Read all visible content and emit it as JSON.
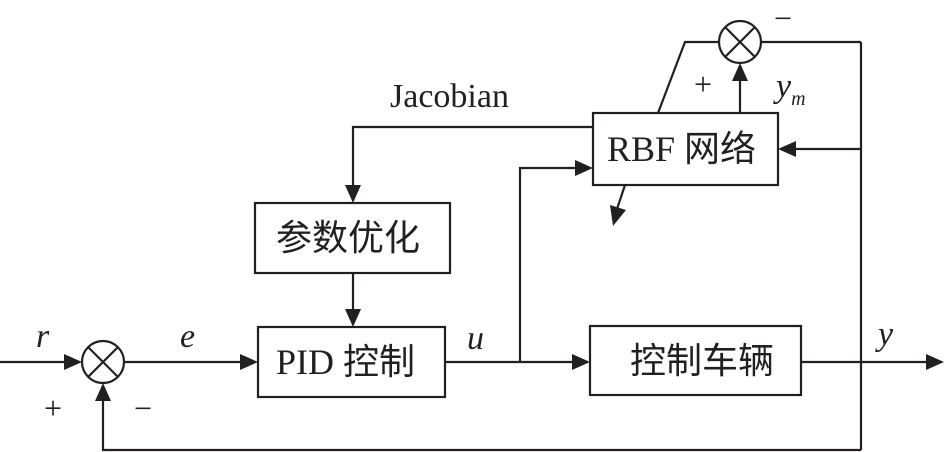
{
  "diagram": {
    "type": "block-diagram",
    "title": "RBF neural network tuned PID control of vehicle",
    "blocks": {
      "rbf": "RBF 网络",
      "param_opt": "参数优化",
      "pid": "PID 控制",
      "vehicle": "控制车辆"
    },
    "signals": {
      "reference": "r",
      "error": "e",
      "control": "u",
      "output": "y",
      "model_output_base": "y",
      "model_output_sub": "m",
      "jacobian": "Jacobian"
    },
    "signs": {
      "main_plus": "+",
      "main_minus": "−",
      "rbf_plus": "+",
      "rbf_minus": "−"
    },
    "colors": {
      "stroke": "#231f20",
      "background": "#ffffff"
    }
  }
}
